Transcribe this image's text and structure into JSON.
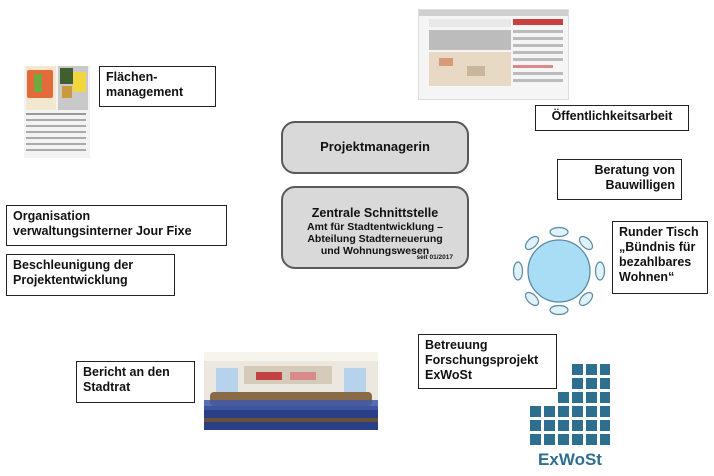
{
  "center_top": {
    "label": "Projektmanagerin"
  },
  "center_main": {
    "title": "Zentrale Schnittstelle",
    "body": "Amt für Stadtentwicklung –\nAbteilung Stadterneuerung\nund Wohnungswesen",
    "since": "seit 01/2017"
  },
  "tasks": {
    "flaechen": "Flächen-\nmanagement",
    "oeffentlichkeit": "Öffentlichkeitsarbeit",
    "beratung": "Beratung von\nBauwilligen",
    "runder_tisch": "Runder Tisch\n„Bündnis für\nbezahlbares\nWohnen“",
    "organisation": "Organisation\nverwaltungsinterner Jour Fixe",
    "beschleunigung": "Beschleunigung der\nProjektentwicklung",
    "bericht": "Bericht an den\nStadtrat",
    "betreuung": "Betreuung\nForschungsprojekt\nExWoSt"
  },
  "exwost_logo": {
    "text": "ExWoSt",
    "color": "#2e6e8e"
  }
}
